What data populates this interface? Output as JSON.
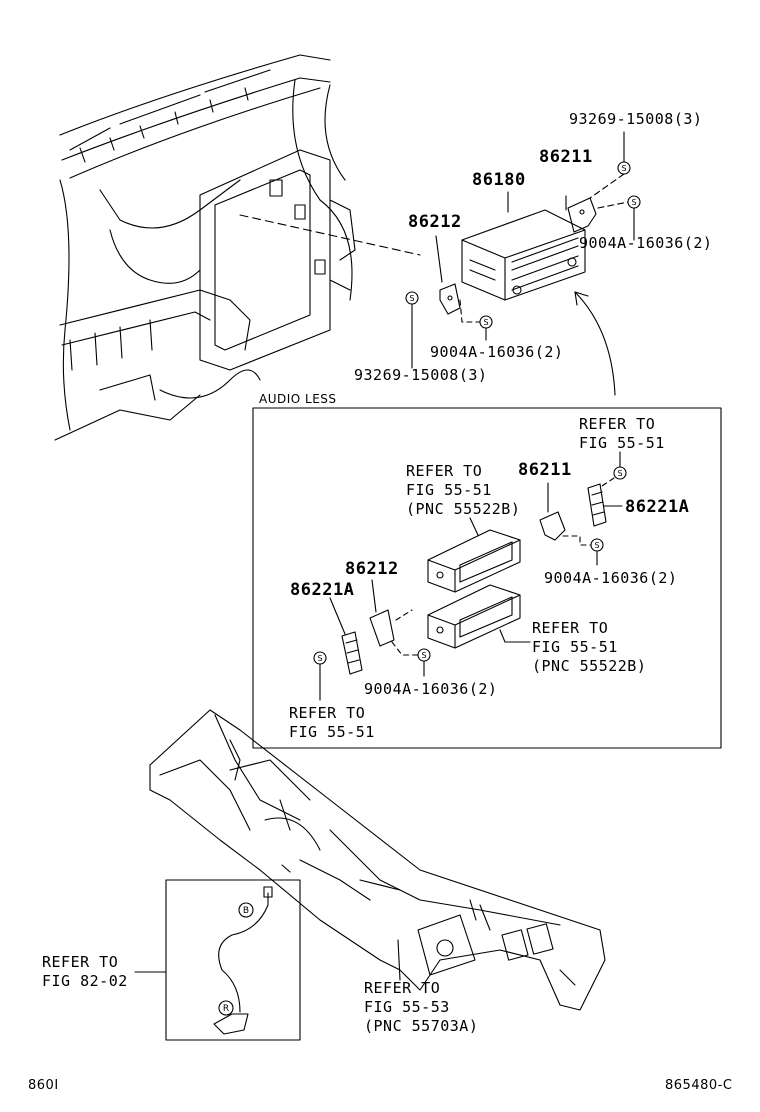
{
  "labels": {
    "upper": {
      "p93269_top": "93269-15008(3)",
      "p86211": "86211",
      "p86180": "86180",
      "p86212": "86212",
      "p9004a_right": "9004A-16036(2)",
      "p9004a_left": "9004A-16036(2)",
      "p93269_bottom": "93269-15008(3)"
    },
    "audio_less": {
      "title": "AUDIO LESS",
      "refer_top_right": [
        "REFER TO",
        "FIG 55-51"
      ],
      "refer_left_mid": [
        "REFER TO",
        "FIG 55-51",
        "(PNC 55522B)"
      ],
      "p86211": "86211",
      "p86221a_right": "86221A",
      "p9004a_right": "9004A-16036(2)",
      "p86212": "86212",
      "p86221a_left": "86221A",
      "refer_right_mid": [
        "REFER TO",
        "FIG 55-51",
        "(PNC 55522B)"
      ],
      "p9004a_left": "9004A-16036(2)",
      "refer_bottom_left": [
        "REFER TO",
        "FIG 55-51"
      ]
    },
    "lower": {
      "refer_82": [
        "REFER TO",
        "FIG 82-02"
      ],
      "refer_55_53": [
        "REFER TO",
        "FIG 55-53",
        "(PNC 55703A)"
      ],
      "marker_b": "B",
      "marker_r": "R"
    },
    "footer": {
      "left_code": "860I",
      "right_code": "865480-C"
    }
  },
  "colors": {
    "ink": "#000000",
    "paper": "#ffffff"
  }
}
